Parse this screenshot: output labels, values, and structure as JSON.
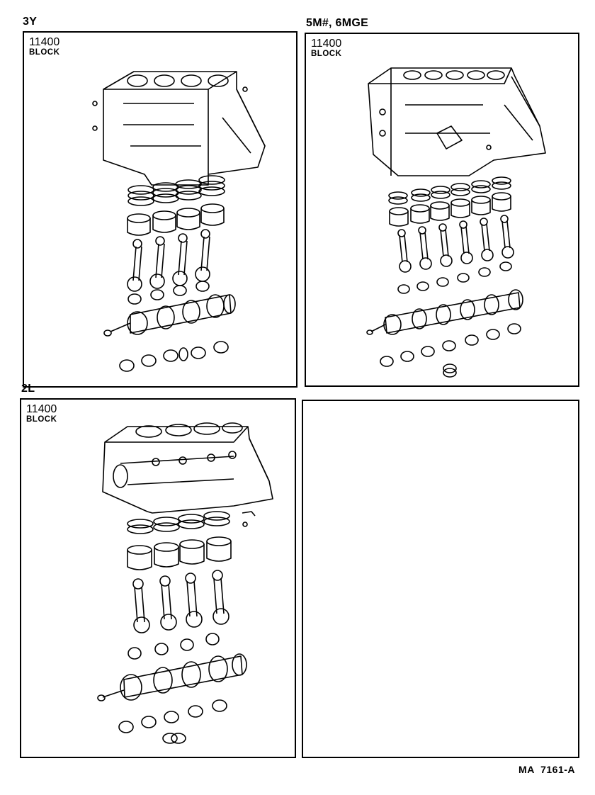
{
  "panels": [
    {
      "engine": "3Y",
      "part_number": "11400",
      "part_name": "BLOCK"
    },
    {
      "engine": "5M#, 6MGE",
      "part_number": "11400",
      "part_name": "BLOCK"
    },
    {
      "engine": "2L",
      "part_number": "11400",
      "part_name": "BLOCK"
    },
    {
      "engine": "",
      "part_number": "",
      "part_name": ""
    }
  ],
  "reference_code": "MA  7161-A",
  "icons": [
    "cylinder-block-icon",
    "piston-ring-icon",
    "piston-icon",
    "connecting-rod-icon",
    "bearing-icon",
    "crankshaft-icon",
    "thrust-washer-icon"
  ]
}
